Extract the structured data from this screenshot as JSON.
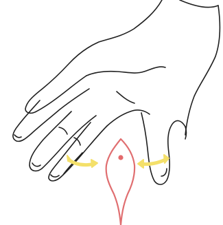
{
  "colors": {
    "background": "#ffffff",
    "hand_outline": "#1f1f1f",
    "lip_outline": "#e06e70",
    "lip_dot": "#e46a6c",
    "arrow": "#f4e06a"
  },
  "illustration": {
    "subject": "hand-with-fingers-spread",
    "target": "lip-shape",
    "arrows": [
      {
        "direction": "left-right"
      },
      {
        "direction": "left-right"
      }
    ]
  }
}
